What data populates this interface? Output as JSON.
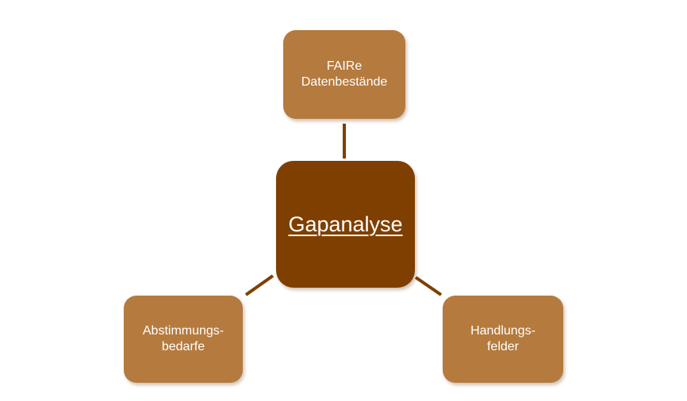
{
  "diagram": {
    "center": {
      "label": "Gapanalyse"
    },
    "nodes": {
      "top": {
        "lines": [
          "FAIRe",
          "Datenbestände"
        ]
      },
      "left": {
        "lines": [
          "Abstimmungs-",
          "bedarfe"
        ]
      },
      "right": {
        "lines": [
          "Handlungs-",
          "felder"
        ]
      }
    },
    "colors": {
      "center_fill": "#7f3f00",
      "outer_fill": "#b57a3e",
      "connector": "#7f3f00",
      "text": "#ffffff"
    }
  }
}
